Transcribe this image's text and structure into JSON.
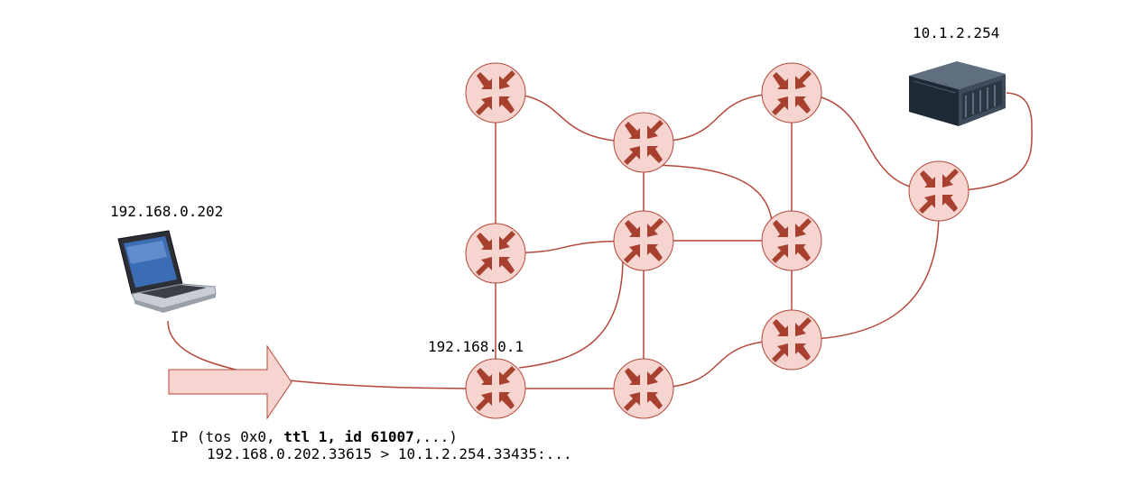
{
  "colors": {
    "link": "#b5473a",
    "router_fill": "#f6d4cf",
    "router_arrow": "#a8402f",
    "packet_arrow_fill": "#f6d4cf"
  },
  "nodes": {
    "client_label": "192.168.0.202",
    "gateway_label": "192.168.0.1",
    "server_label": "10.1.2.254",
    "client_icon": "laptop-icon",
    "server_icon": "server-icon",
    "router_icon": "router-icon"
  },
  "packet": {
    "prefix": "IP (tos 0x0, ",
    "emphasis": "ttl 1, id 61007",
    "suffix": ",...)",
    "addresses": "192.168.0.202.33615 > 10.1.2.254.33435:..."
  }
}
